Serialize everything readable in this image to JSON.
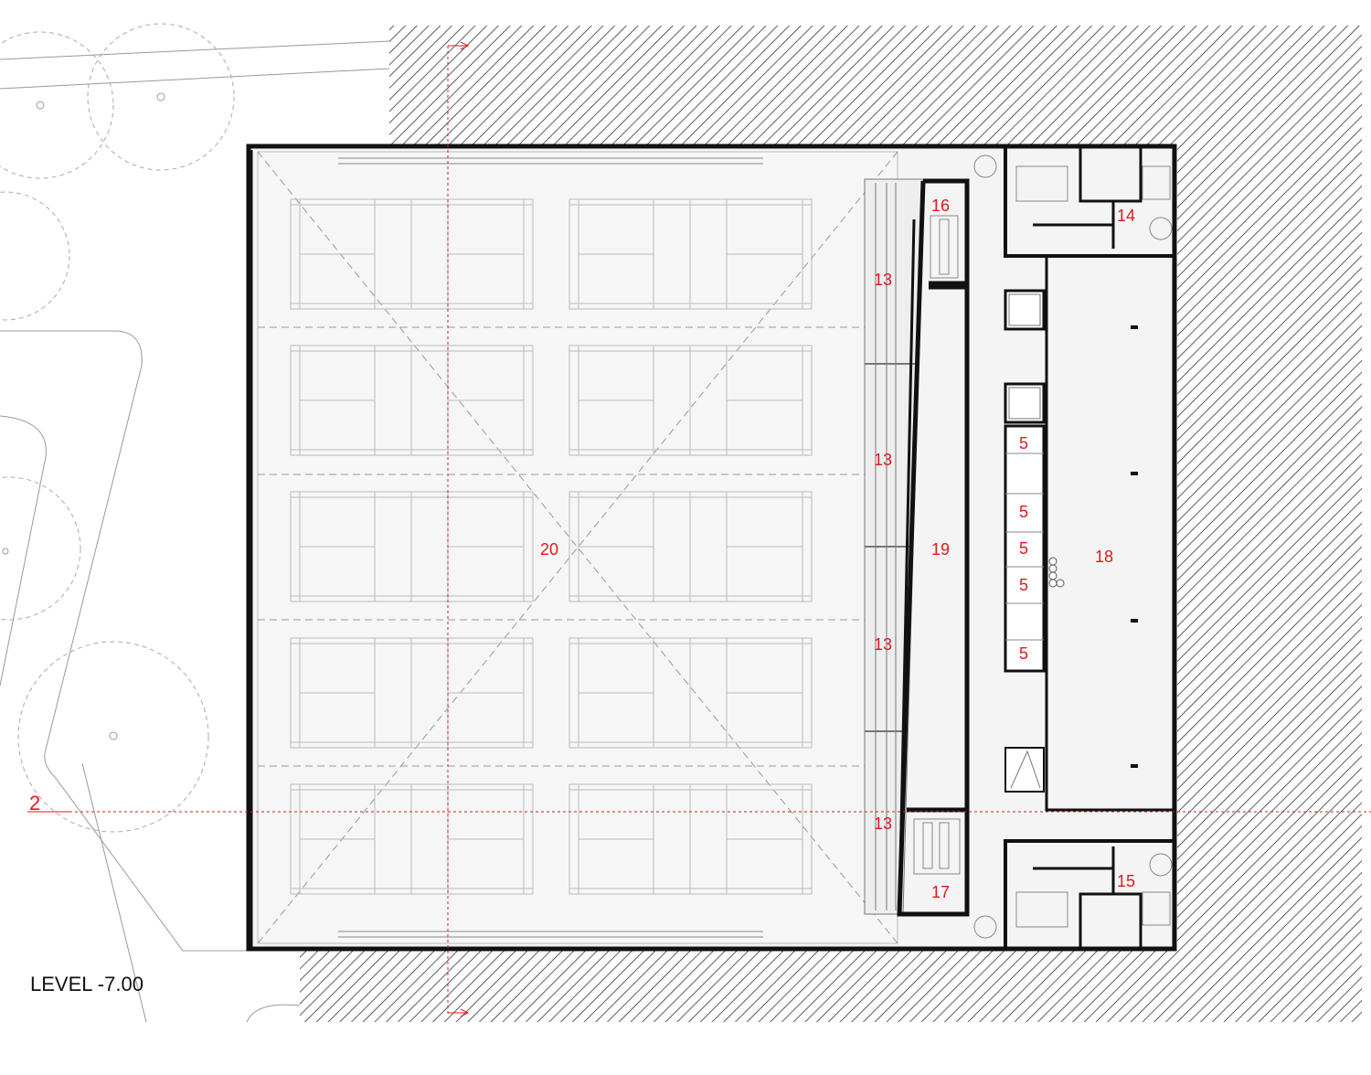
{
  "plan": {
    "level_label": "LEVEL -7.00",
    "section_marker": "2",
    "rooms": [
      {
        "id": "20",
        "label": "20"
      },
      {
        "id": "19",
        "label": "19"
      },
      {
        "id": "18",
        "label": "18"
      },
      {
        "id": "17",
        "label": "17"
      },
      {
        "id": "16",
        "label": "16"
      },
      {
        "id": "15",
        "label": "15"
      },
      {
        "id": "14",
        "label": "14"
      },
      {
        "id": "13a",
        "label": "13"
      },
      {
        "id": "13b",
        "label": "13"
      },
      {
        "id": "13c",
        "label": "13"
      },
      {
        "id": "13d",
        "label": "13"
      },
      {
        "id": "5a",
        "label": "5"
      },
      {
        "id": "5b",
        "label": "5"
      },
      {
        "id": "5c",
        "label": "5"
      },
      {
        "id": "5d",
        "label": "5"
      },
      {
        "id": "5e",
        "label": "5"
      }
    ],
    "colors": {
      "label": "#e0191e",
      "wall": "#111111",
      "floor": "#f4f4f4",
      "hatch": "#333333",
      "section_line": "#e0191e"
    }
  }
}
